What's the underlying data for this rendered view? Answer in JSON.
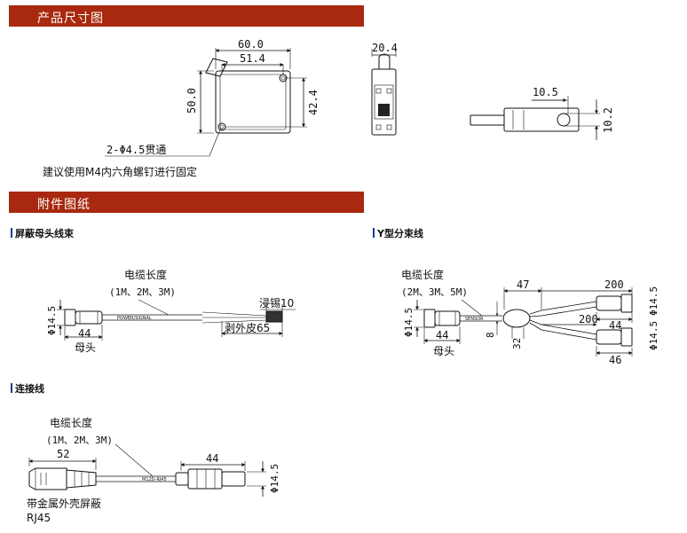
{
  "sections": {
    "dimensions_title": "产品尺寸图",
    "accessories_title": "附件图纸"
  },
  "main_drawing": {
    "width_outer": "60.0",
    "width_inner": "51.4",
    "height_outer": "50.0",
    "height_inner": "42.4",
    "hole_note": "2-Φ4.5贯通",
    "mount_note": "建议使用M4内六角螺钉进行固定"
  },
  "side_drawing": {
    "thickness": "20.4"
  },
  "bottom_drawing": {
    "width": "10.5",
    "height": "10.2"
  },
  "shield_cable": {
    "title": "屏蔽母头线束",
    "length_label": "电缆长度",
    "length_options": "(1M、2M、3M)",
    "diameter": "Φ14.5",
    "connector_length": "44",
    "connector_name": "母头",
    "tin_label": "浸锡10",
    "strip_label": "剥外皮65",
    "cable_print": "POWER/SIGNAL"
  },
  "y_cable": {
    "title": "Y型分束线",
    "length_label": "电缆长度",
    "length_options": "(2M、3M、5M)",
    "diameter_main": "Φ14.5",
    "connector_length": "44",
    "connector_name": "母头",
    "split_len": "47",
    "branch_len_1": "200",
    "branch_len_2": "200",
    "branch_conn_1": "44",
    "branch_conn_2": "46",
    "diameter_b1": "Φ14.5",
    "diameter_b2": "Φ14.5",
    "dim_8": "8",
    "dim_32": "32",
    "cable_print": "SENSOR"
  },
  "connect_cable": {
    "title": "连接线",
    "length_label": "电缆长度",
    "length_options": "(1M、2M、3M)",
    "rj_len": "52",
    "conn_len": "44",
    "diameter": "Φ14.5",
    "shield_label": "带金属外壳屏蔽",
    "rj_label": "RJ45",
    "cable_print": "M12D-RJ45"
  },
  "colors": {
    "banner": "#a8290f",
    "accent_bar": "#1a3d8f"
  }
}
